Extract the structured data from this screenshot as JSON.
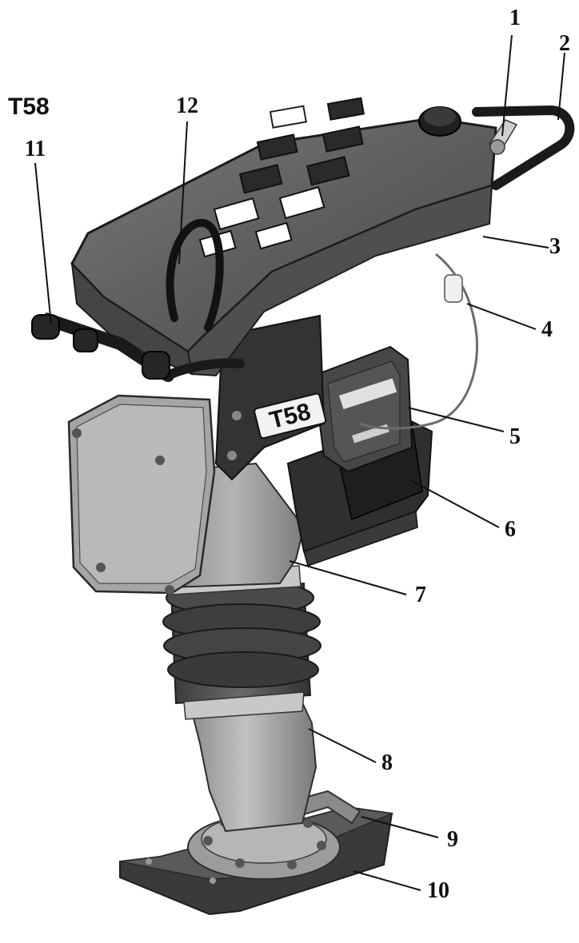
{
  "figure": {
    "model_label": "T58",
    "plate_text": "T58"
  },
  "callouts": [
    {
      "number": "1",
      "part": "fuel-cap"
    },
    {
      "number": "2",
      "part": "guide-handle"
    },
    {
      "number": "3",
      "part": "protective-frame"
    },
    {
      "number": "4",
      "part": "fuel-filter"
    },
    {
      "number": "5",
      "part": "engine-cover"
    },
    {
      "number": "6",
      "part": "air-filter"
    },
    {
      "number": "7",
      "part": "crankcase"
    },
    {
      "number": "8",
      "part": "lower-leg"
    },
    {
      "number": "9",
      "part": "lifting-bracket"
    },
    {
      "number": "10",
      "part": "shoe-plate"
    },
    {
      "number": "11",
      "part": "throttle-lever"
    },
    {
      "number": "12",
      "part": "lifting-loop"
    }
  ],
  "colors": {
    "metal_dark": "#3c3c3c",
    "metal_mid": "#6e6e6e",
    "metal_light": "#a9a9a9",
    "ink": "#111111"
  }
}
